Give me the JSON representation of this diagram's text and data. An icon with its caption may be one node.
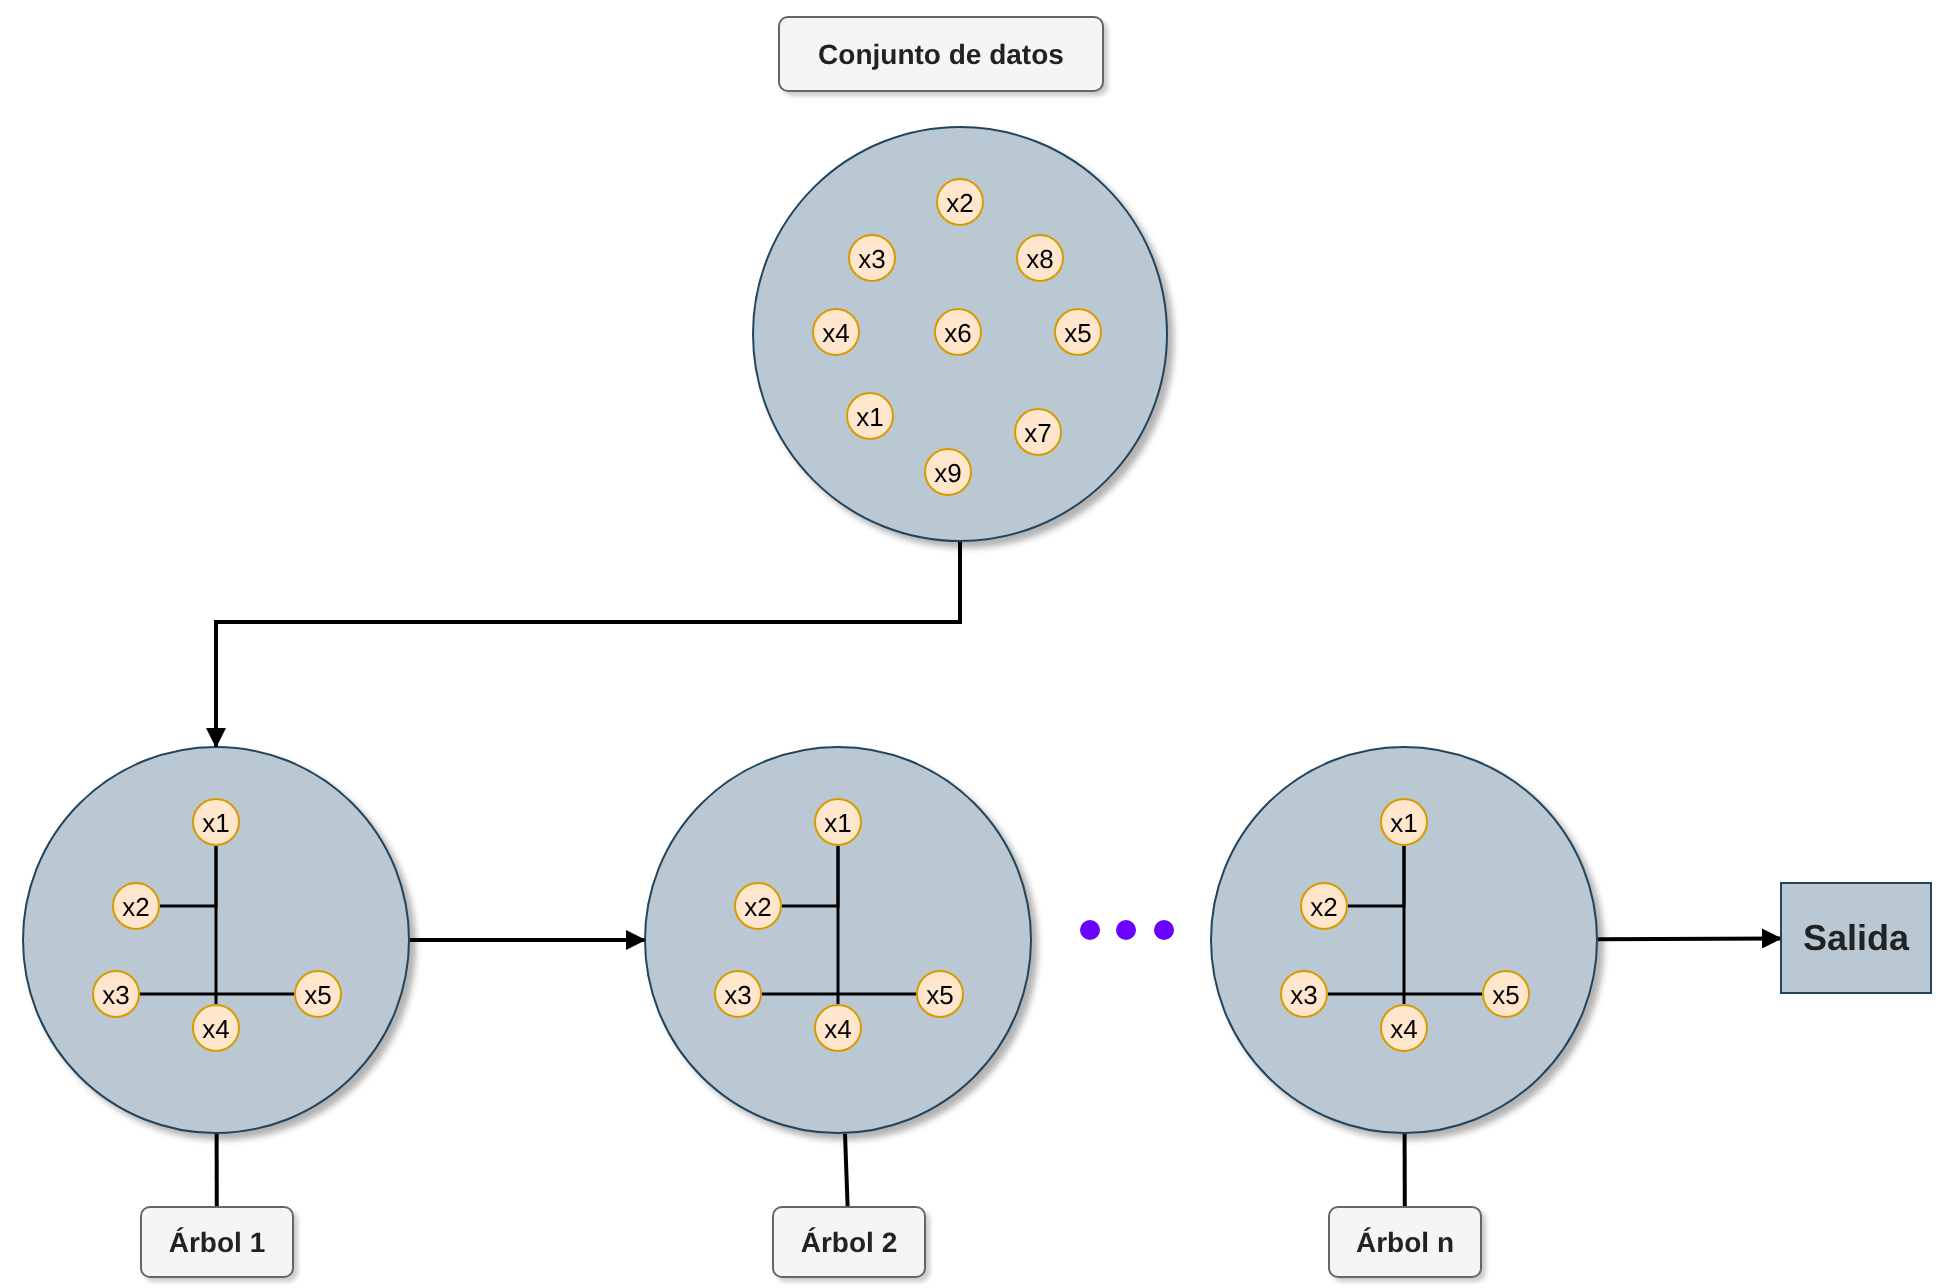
{
  "diagram": {
    "nodes": [
      {
        "text": [
          "Conjunto de datos"
        ]
      },
      {
        "text": [],
        "shape": "circle"
      },
      {
        "text": [
          "x2"
        ],
        "in": 1
      },
      {
        "text": [
          "x3"
        ],
        "in": 1
      },
      {
        "text": [
          "x8"
        ],
        "in": 1
      },
      {
        "text": [
          "x4"
        ],
        "in": 1
      },
      {
        "text": [
          "x6"
        ],
        "in": 1
      },
      {
        "text": [
          "x5"
        ],
        "in": 1
      },
      {
        "text": [
          "x1"
        ],
        "in": 1
      },
      {
        "text": [
          "x7"
        ],
        "in": 1
      },
      {
        "text": [
          "x9"
        ],
        "in": 1
      },
      {
        "text": [],
        "shape": "circle"
      },
      {
        "text": [
          "x1"
        ],
        "in": 11
      },
      {
        "text": [
          "x2"
        ],
        "in": 11
      },
      {
        "text": [
          "x3"
        ],
        "in": 11
      },
      {
        "text": [
          "x4"
        ],
        "in": 11
      },
      {
        "text": [
          "x5"
        ],
        "in": 11
      },
      {
        "text": [],
        "shape": "circle"
      },
      {
        "text": [
          "x1"
        ],
        "in": 17
      },
      {
        "text": [
          "x2"
        ],
        "in": 17
      },
      {
        "text": [
          "x3"
        ],
        "in": 17
      },
      {
        "text": [
          "x4"
        ],
        "in": 17
      },
      {
        "text": [
          "x5"
        ],
        "in": 17
      },
      {
        "text": [],
        "shape": "circle"
      },
      {
        "text": [
          "x1"
        ],
        "in": 23
      },
      {
        "text": [
          "x2"
        ],
        "in": 23
      },
      {
        "text": [
          "x3"
        ],
        "in": 23
      },
      {
        "text": [
          "x4"
        ],
        "in": 23
      },
      {
        "text": [
          "x5"
        ],
        "in": 23
      },
      {
        "text": [
          "Salida"
        ]
      },
      {
        "text": [
          "Árbol 1"
        ]
      },
      {
        "text": [
          "Árbol 2"
        ]
      },
      {
        "text": [
          "Árbol n"
        ]
      }
    ],
    "edges": [
      {
        "from": 1,
        "to": 11,
        "arrow": "to"
      },
      {
        "from": 11,
        "to": 17,
        "arrow": "to"
      },
      {
        "from": 23,
        "to": 29,
        "arrow": "to"
      },
      {
        "from": 11,
        "to": 30,
        "arrow": "none"
      },
      {
        "from": 17,
        "to": 31,
        "arrow": "none"
      },
      {
        "from": 23,
        "to": 32,
        "arrow": "none"
      },
      {
        "from": 12,
        "to": 15,
        "arrow": "none"
      },
      {
        "from": 13,
        "to": 12,
        "arrow": "none"
      },
      {
        "from": 14,
        "to": 16,
        "arrow": "none"
      },
      {
        "from": 18,
        "to": 21,
        "arrow": "none"
      },
      {
        "from": 19,
        "to": 18,
        "arrow": "none"
      },
      {
        "from": 20,
        "to": 22,
        "arrow": "none"
      },
      {
        "from": 24,
        "to": 27,
        "arrow": "none"
      },
      {
        "from": 25,
        "to": 24,
        "arrow": "none"
      },
      {
        "from": 26,
        "to": 28,
        "arrow": "none"
      }
    ]
  }
}
